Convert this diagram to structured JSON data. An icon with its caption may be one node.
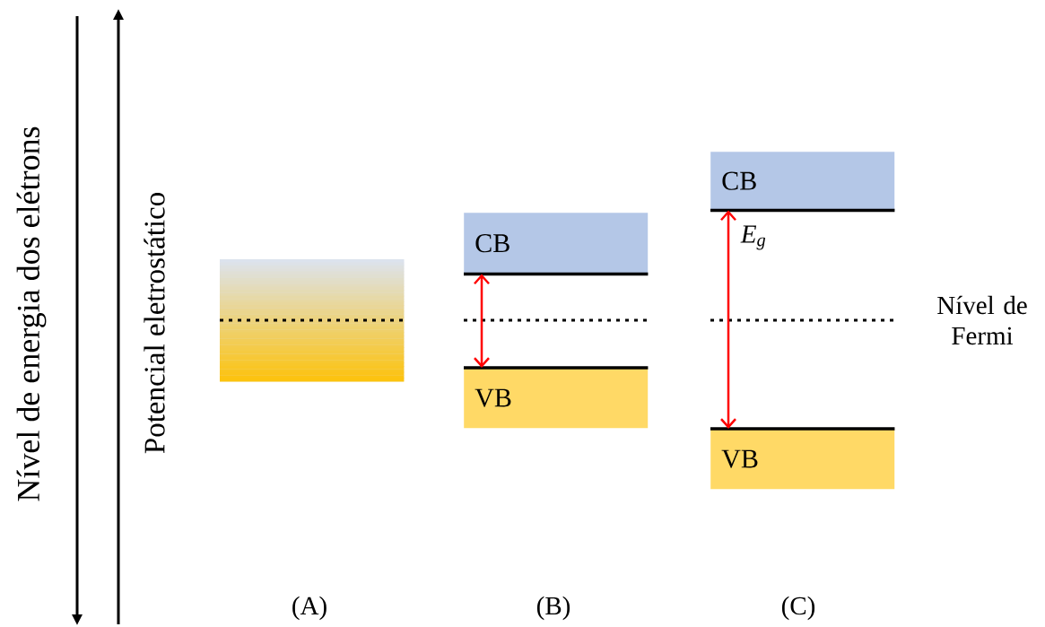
{
  "diagram": {
    "nodes": [
      {
        "text": [],
        "shape": "box"
      },
      {
        "text": [
          "CB"
        ]
      },
      {
        "text": [
          "VB"
        ]
      },
      {
        "text": [
          "CB"
        ]
      },
      {
        "text": [
          "VB"
        ]
      }
    ],
    "edges": [
      {
        "from": 1,
        "to": 2,
        "arrow": "both"
      },
      {
        "from": 3,
        "to": 4,
        "arrow": "both",
        "label": "E$_{g}$"
      }
    ],
    "labels": [
      "Nível de energia dos elétrons",
      "Potencial eletrostático",
      "Nível de Fermi",
      "(A)",
      "(B)",
      "(C)"
    ]
  }
}
